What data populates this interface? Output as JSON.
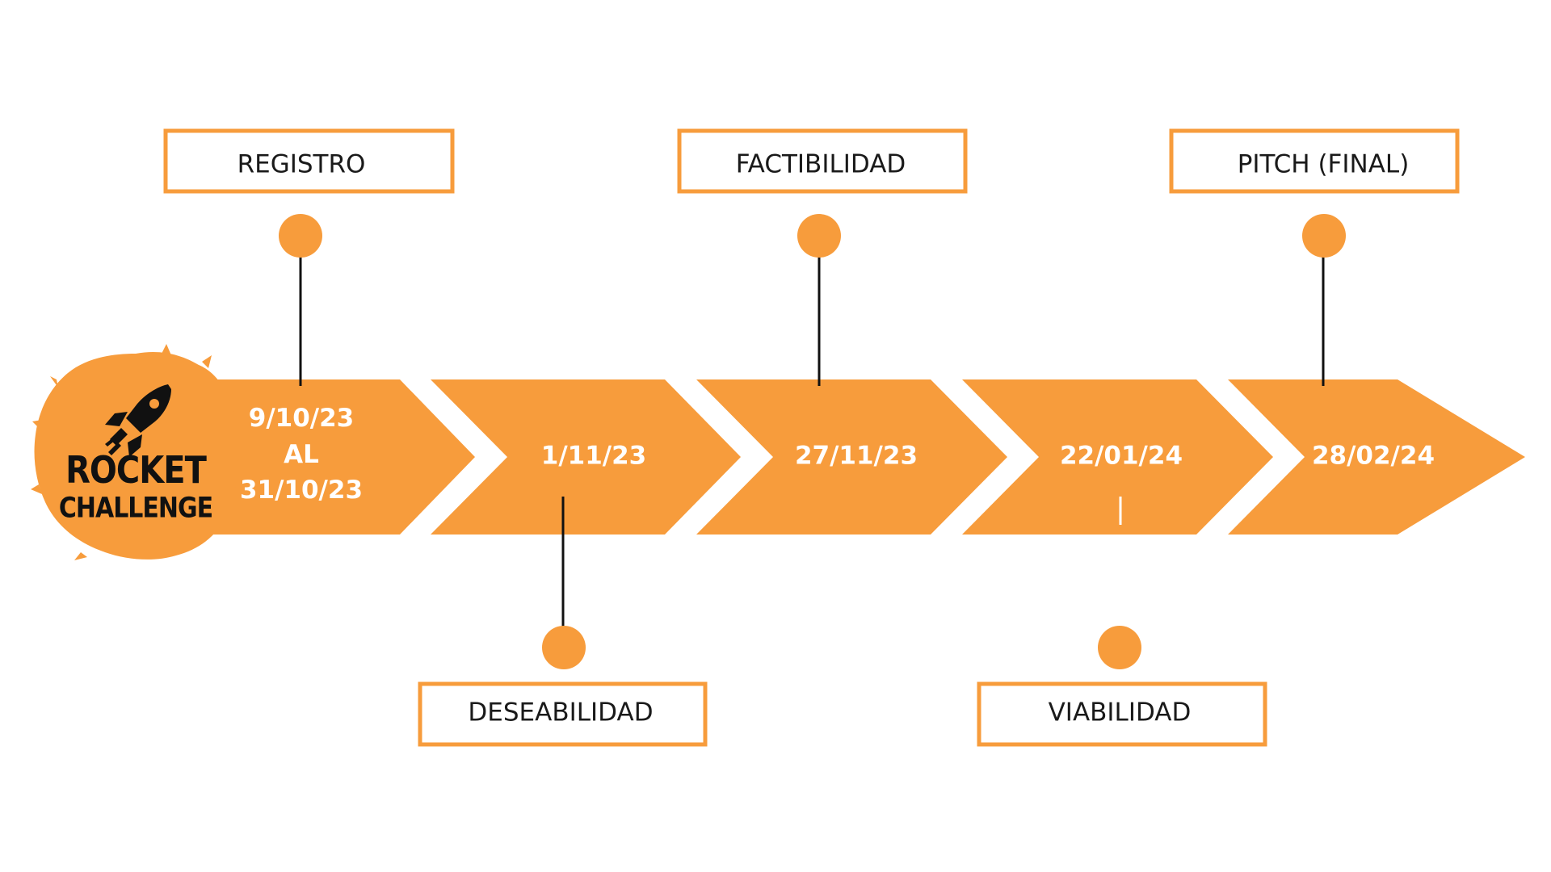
{
  "logo": {
    "line1": "ROCKET",
    "line2": "CHALLENGE",
    "icon": "rocket-icon"
  },
  "stages": [
    {
      "date_lines": [
        "9/10/23",
        "AL",
        "31/10/23"
      ],
      "label": "REGISTRO",
      "label_position": "top"
    },
    {
      "date_lines": [
        "1/11/23"
      ],
      "label": "DESEABILIDAD",
      "label_position": "bottom"
    },
    {
      "date_lines": [
        "27/11/23"
      ],
      "label": "FACTIBILIDAD",
      "label_position": "top"
    },
    {
      "date_lines": [
        "22/01/24"
      ],
      "label": "VIABILIDAD",
      "label_position": "bottom"
    },
    {
      "date_lines": [
        "28/02/24"
      ],
      "label": "PITCH (FINAL)",
      "label_position": "top"
    }
  ],
  "colors": {
    "accent": "#F79C3C",
    "connector": "#111111",
    "date_text": "#FFFFFF",
    "label_text": "#1A1A1A",
    "logo_text": "#111111"
  }
}
